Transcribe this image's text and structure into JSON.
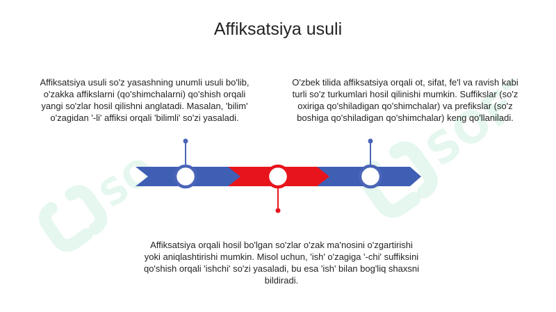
{
  "title": "Affiksatsiya usuli",
  "blocks": {
    "left": "Affiksatsiya usuli so'z yasashning unumli usuli bo'lib, o'zakka affikslarni (qo'shimchalarni) qo'shish orqali yangi so'zlar hosil qilishni anglatadi. Masalan, 'bilim' o'zagidan '-li' affiksi orqali 'bilimli' so'zi yasaladi.",
    "right": "O'zbek tilida affiksatsiya orqali ot, sifat, fe'l va ravish kabi turli so'z turkumlari hosil qilinishi mumkin. Suffikslar (so'z oxiriga qo'shiladigan qo'shimchalar) va prefikslar (so'z boshiga qo'shiladigan qo'shimchalar) keng qo'llaniladi.",
    "bottom": "Affiksatsiya orqali hosil bo'lgan so'zlar o'zak ma'nosini o'zgartirishi yoki aniqlashtirishi mumkin. Misol uchun, 'ish' o'zagiga '-chi' suffiksini qo'shish orqali 'ishchi' so'zi yasaladi, bu esa 'ish' bilan bog'liq shaxsni bildiradi."
  },
  "watermark": {
    "text": "SOFT",
    "color": "#2fbf7a"
  },
  "colors": {
    "blue": "#3f5fb5",
    "red": "#e8141c",
    "blue_stroke": "#4a64b8",
    "red_stroke": "#e8141c"
  }
}
